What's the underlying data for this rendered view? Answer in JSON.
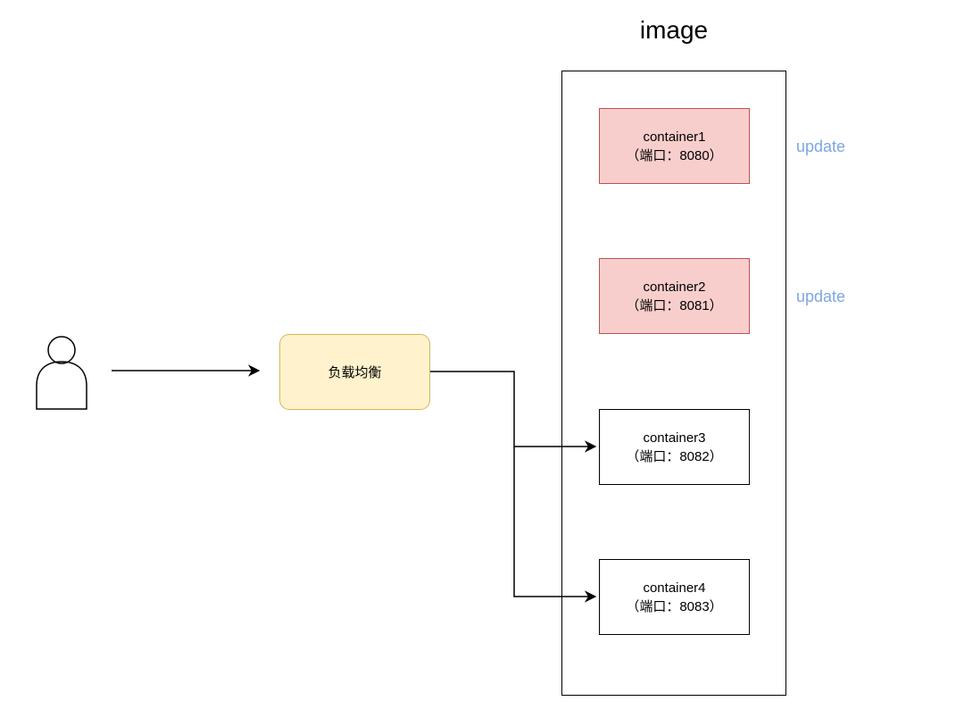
{
  "image_group": {
    "title": "image"
  },
  "load_balancer": {
    "label": "负载均衡"
  },
  "containers": [
    {
      "name": "container1",
      "port_label": "（端口：8080）",
      "status": "update"
    },
    {
      "name": "container2",
      "port_label": "（端口：8081）",
      "status": "update"
    },
    {
      "name": "container3",
      "port_label": "（端口：8082）",
      "status": ""
    },
    {
      "name": "container4",
      "port_label": "（端口：8083）",
      "status": ""
    }
  ],
  "colors": {
    "updating_fill": "#f8cecc",
    "updating_stroke": "#b85450",
    "lb_fill": "#fff2cc",
    "lb_stroke": "#d6b656",
    "update_text": "#7ea6e0"
  },
  "icons": {
    "user": "user-icon"
  }
}
